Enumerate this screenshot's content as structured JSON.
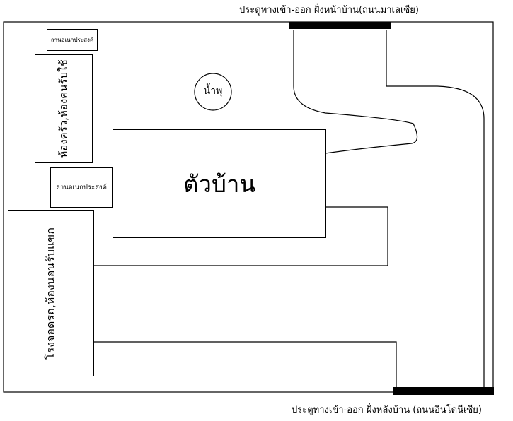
{
  "gates": {
    "front": "ประตูทางเข้า-ออก ฝั่งหน้าบ้าน(ถนนมาเลเซีย)",
    "back": "ประตูทางเข้า-ออก ฝั่งหลังบ้าน (ถนนอินโดนีเซีย)"
  },
  "labels": {
    "multipurpose_top": "ลานอเนกประสงค์",
    "kitchen": "ห้องครัว,ห้องคนรับใช้",
    "fountain": "น้ำพุ",
    "house": "ตัวบ้าน",
    "multipurpose_mid": "ลานอเนกประสงค์",
    "garage": "โรงจอดรถ,ห้องนอนรับแขก"
  },
  "colors": {
    "line": "#000000",
    "gate_bar": "#000000",
    "background": "#ffffff"
  }
}
